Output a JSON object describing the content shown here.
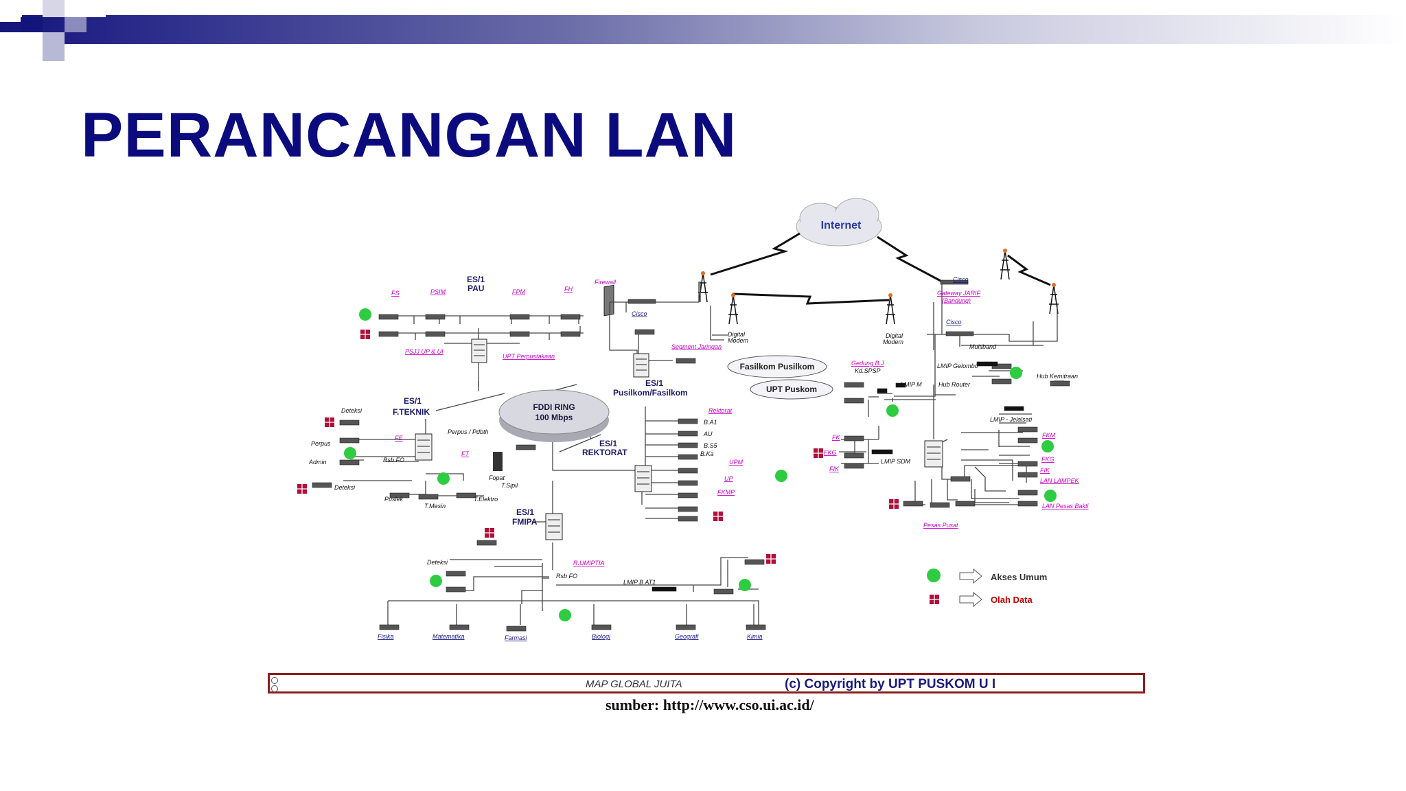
{
  "slide": {
    "title": "PERANCANGAN LAN",
    "colors": {
      "title": "#0b0b7e",
      "bar_start": "#14157a",
      "line": "#333333",
      "link_label": "#cc00cc",
      "access_node": "#2ecc40",
      "data_node": "#b0103a"
    }
  },
  "diagram": {
    "internet": "Internet",
    "ring": {
      "line1": "FDDI RING",
      "line2": "100 Mbps"
    },
    "clouds": {
      "fasilkom": "Fasilkom Pusilkom",
      "upt": "UPT Puskom"
    },
    "firewall": "Firewall",
    "cisco_top": "Cisco",
    "cisco_right": "Cisco",
    "cisco_mid": "Cisco",
    "gateway": [
      "Gateway JARIF",
      "(Bandung)"
    ],
    "segment": "Segment Jaringan",
    "modem_left": [
      "Digital",
      "Modem"
    ],
    "modem_right": [
      "Digital",
      "Modem"
    ],
    "hubs": {
      "pau": [
        "ES/1",
        "PAU"
      ],
      "fteknik": [
        "ES/1",
        "F.TEKNIK"
      ],
      "pusilkom": [
        "ES/1",
        "Pusilkom/Fasilkom"
      ],
      "rektorat": [
        "ES/1",
        "REKTORAT"
      ],
      "fmipa": [
        "ES/1",
        "FMIPA"
      ]
    },
    "pau_labels": [
      "FS",
      "PSIM",
      "FPM",
      "FH",
      "PSJJ UP & UI",
      "UPT Perpustakaan"
    ],
    "teknik_labels": [
      "Deteksi",
      "Perpus",
      "Admin",
      "Deteksi",
      "FE",
      "FT",
      "Rsb FO",
      "Perpus / Pdbth",
      "Puslek",
      "T.Mesin",
      "T.Elektro",
      "Fopat",
      "T.Sipil"
    ],
    "rektorat_labels": [
      "Rektorat",
      "B.A1",
      "AU",
      "B.S5",
      "B.Ka",
      "UPM",
      "UP",
      "FKMP"
    ],
    "fmipa_labels": [
      "Deteksi",
      "Rsb FO",
      "R.UMIPTIA",
      "LMIP B AT1",
      "Fisika",
      "Matematika",
      "Farmasi",
      "Biologi",
      "Geografi",
      "Kimia"
    ],
    "right_labels": [
      "Gedung B.J",
      "Kd.SPSP",
      "LMIP M",
      "LMIP Gelombo",
      "Hub Router",
      "Hub Kemitraan",
      "LMIP - Jelalsati",
      "FK",
      "FKG",
      "FIK",
      "LMIP SDM",
      "FKM",
      "FKG",
      "FIK",
      "LAN LAMPEK",
      "LAN Pesas Bakti",
      "Pesas Pusat",
      "Multiband"
    ],
    "legend": {
      "umum": "Akses Umum",
      "data": "Olah Data"
    }
  },
  "footer": {
    "map": "MAP GLOBAL JUITA",
    "copyright": "(c) Copyright   by  UPT PUSKOM  U I",
    "source": "sumber: http://www.cso.ui.ac.id/"
  }
}
